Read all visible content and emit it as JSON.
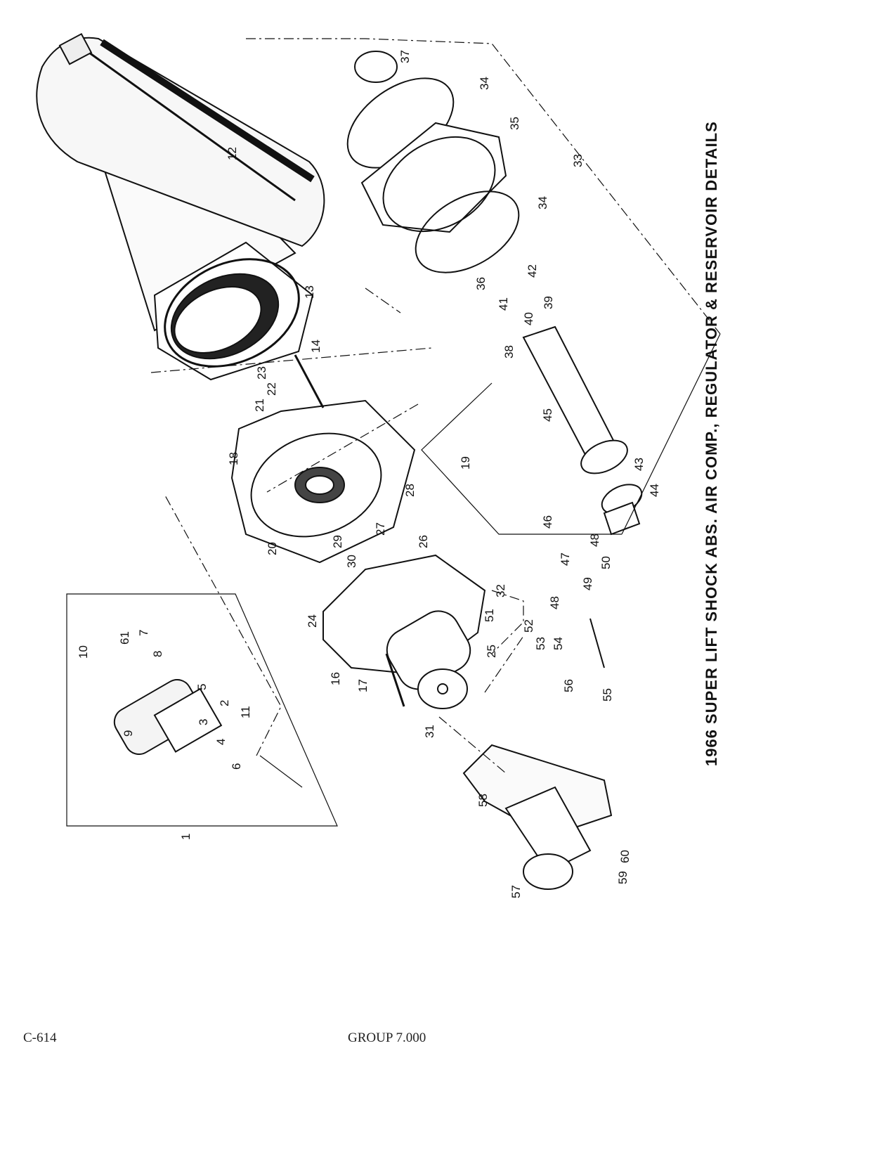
{
  "title": "1966 SUPER LIFT SHOCK ABS. AIR COMP., REGULATOR & RESERVOIR DETAILS",
  "footer": {
    "page": "C-614",
    "group": "GROUP 7.000"
  },
  "labels": [
    "1",
    "2",
    "3",
    "4",
    "5",
    "6",
    "7",
    "8",
    "9",
    "10",
    "11",
    "12",
    "13",
    "14",
    "16",
    "17",
    "18",
    "19",
    "20",
    "21",
    "22",
    "23",
    "24",
    "25",
    "26",
    "27",
    "28",
    "29",
    "30",
    "31",
    "32",
    "33",
    "34a",
    "34b",
    "35",
    "36",
    "37",
    "38",
    "39",
    "40",
    "41",
    "42",
    "43",
    "44",
    "45",
    "46",
    "47",
    "48a",
    "48b",
    "49",
    "50",
    "51",
    "52",
    "53",
    "54",
    "55",
    "56",
    "57",
    "58",
    "59",
    "60",
    "61"
  ]
}
